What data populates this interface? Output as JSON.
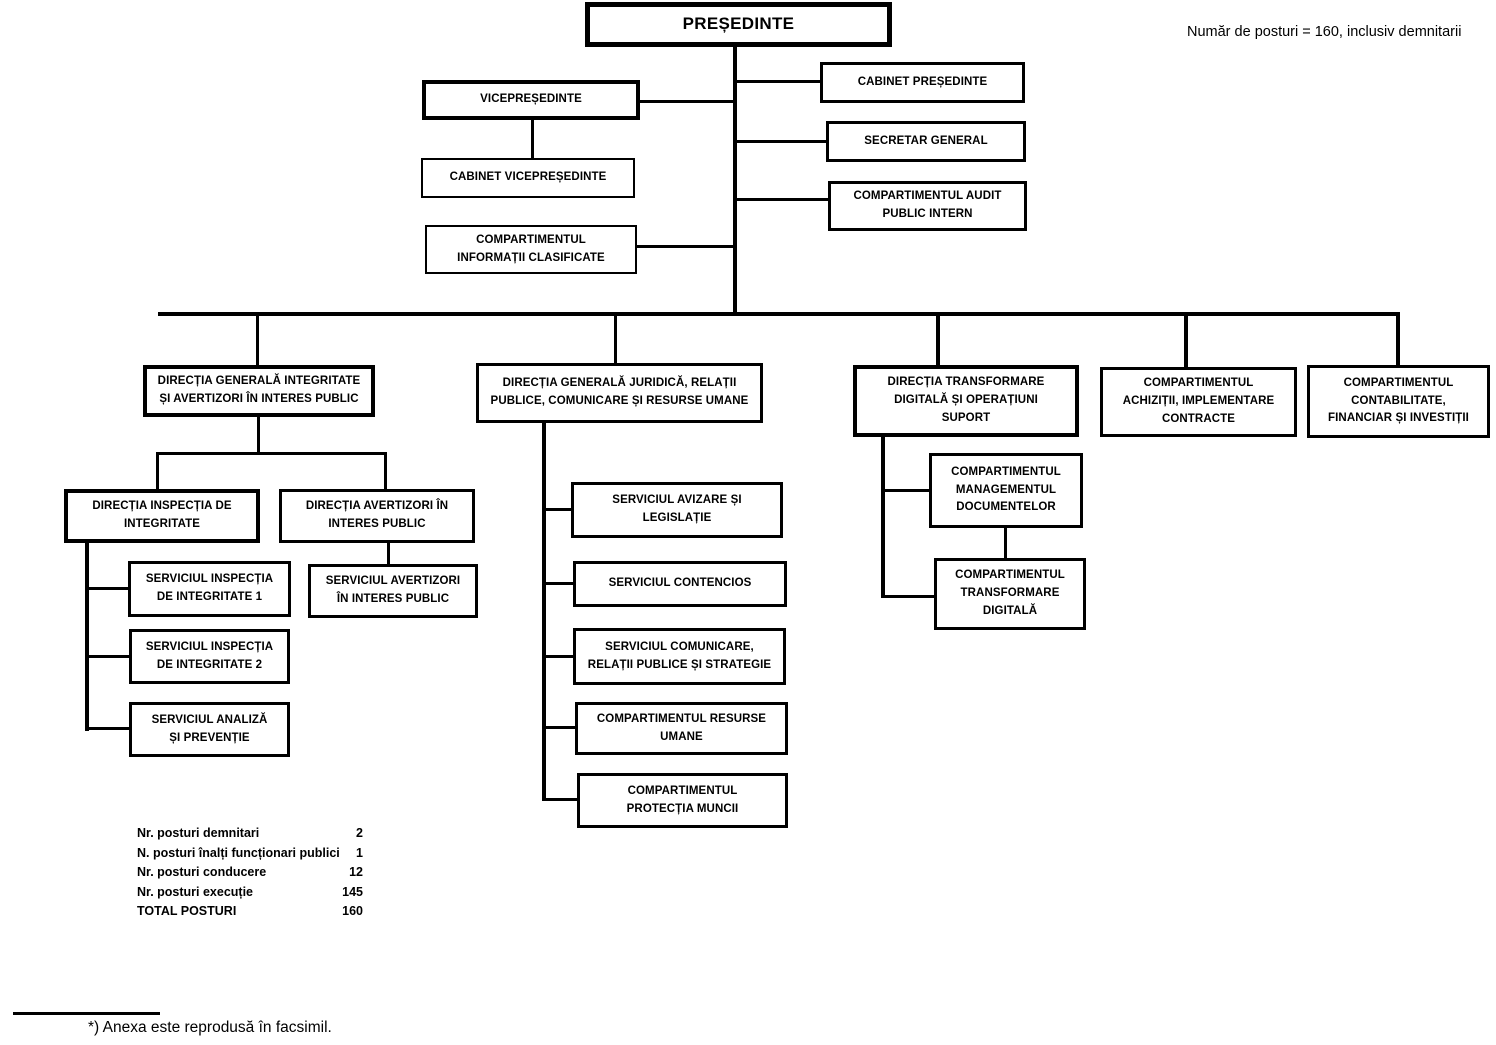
{
  "header": {
    "note": "Număr de posturi = 160, inclusiv demnitarii"
  },
  "nodes": {
    "presedinte": "PREȘEDINTE",
    "cabinet_presedinte": "CABINET PREȘEDINTE",
    "secretar_general": "SECRETAR GENERAL",
    "audit_public_intern": "COMPARTIMENTUL AUDIT\nPUBLIC INTERN",
    "vicepresedinte": "VICEPREȘEDINTE",
    "cabinet_vicepresedinte": "CABINET VICEPREȘEDINTE",
    "informatii_clasificate": "COMPARTIMENTUL\nINFORMAȚII CLASIFICATE",
    "dg_integritate": "DIRECȚIA GENERALĂ INTEGRITATE\nȘI AVERTIZORI ÎN INTERES PUBLIC",
    "dg_juridica": "DIRECȚIA GENERALĂ JURIDICĂ, RELAȚII\nPUBLICE, COMUNICARE ȘI RESURSE UMANE",
    "dir_transformare": "DIRECȚIA TRANSFORMARE\nDIGITALĂ ȘI OPERAȚIUNI\nSUPORT",
    "comp_achizitii": "COMPARTIMENTUL\nACHIZIȚII, IMPLEMENTARE\nCONTRACTE",
    "comp_contabilitate": "COMPARTIMENTUL\nCONTABILITATE,\nFINANCIAR ȘI INVESTIȚII",
    "dir_inspectia": "DIRECȚIA INSPECȚIA DE\nINTEGRITATE",
    "dir_avertizori": "DIRECȚIA AVERTIZORI ÎN\nINTERES PUBLIC",
    "serv_inspectia1": "SERVICIUL INSPECȚIA\nDE INTEGRITATE 1",
    "serv_inspectia2": "SERVICIUL INSPECȚIA\nDE INTEGRITATE 2",
    "serv_analiza": "SERVICIUL ANALIZĂ\nȘI PREVENȚIE",
    "serv_avertizori": "SERVICIUL AVERTIZORI\nÎN INTERES PUBLIC",
    "serv_avizare": "SERVICIUL AVIZARE ȘI\nLEGISLAȚIE",
    "serv_contencios": "SERVICIUL CONTENCIOS",
    "serv_comunicare": "SERVICIUL COMUNICARE,\nRELAȚII PUBLICE ȘI STRATEGIE",
    "comp_resurse": "COMPARTIMENTUL RESURSE\nUMANE",
    "comp_protectia": "COMPARTIMENTUL\nPROTECȚIA MUNCII",
    "comp_management": "COMPARTIMENTUL\nMANAGEMENTUL\nDOCUMENTELOR",
    "comp_transformare": "COMPARTIMENTUL\nTRANSFORMARE\nDIGITALĂ"
  },
  "stats": {
    "rows": [
      {
        "label": "Nr. posturi demnitari",
        "value": "2"
      },
      {
        "label": "N. posturi înalți funcționari publici",
        "value": "1"
      },
      {
        "label": "Nr. posturi conducere",
        "value": "12"
      },
      {
        "label": "Nr. posturi execuție",
        "value": "145"
      },
      {
        "label": "TOTAL POSTURI",
        "value": "160"
      }
    ]
  },
  "footer": {
    "footnote": "*) Anexa este reprodusă în facsimil."
  }
}
